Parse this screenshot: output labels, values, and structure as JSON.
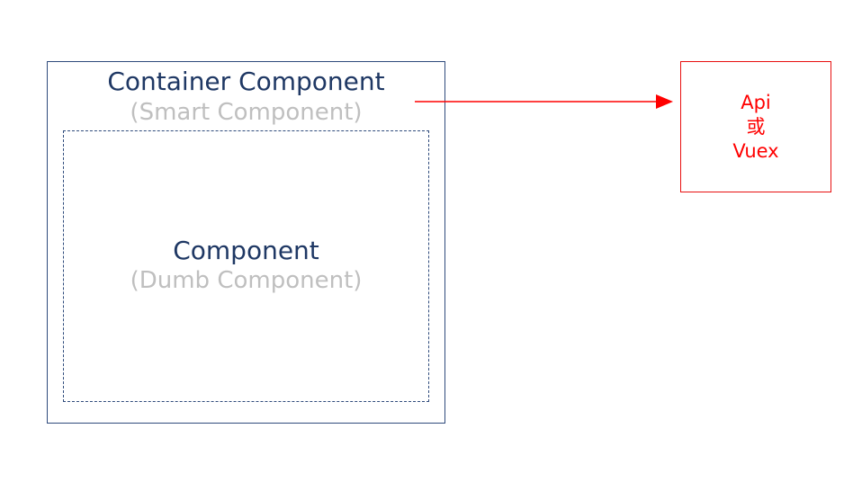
{
  "container": {
    "title": "Container Component",
    "subtitle": "(Smart Component)"
  },
  "inner": {
    "title": "Component",
    "subtitle": "(Dumb Component)"
  },
  "target": {
    "line1": "Api",
    "line2": "或",
    "line3": "Vuex"
  },
  "colors": {
    "container_border": "#2f4b7c",
    "title_text": "#1f3864",
    "subtitle_text": "#bfbfbf",
    "target_accent": "#ff0000"
  }
}
